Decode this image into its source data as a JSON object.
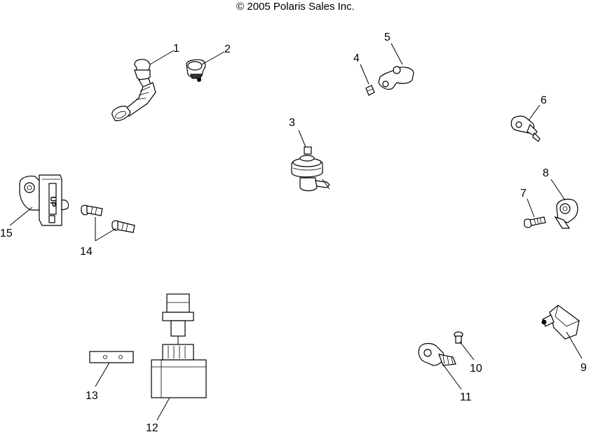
{
  "header": {
    "copyright": "© 2005 Polaris Sales Inc."
  },
  "callouts": {
    "c1": "1",
    "c2": "2",
    "c3": "3",
    "c4": "4",
    "c5": "5",
    "c6": "6",
    "c7": "7",
    "c8": "8",
    "c9": "9",
    "c10": "10",
    "c11": "11",
    "c12": "12",
    "c13": "13",
    "c14": "14",
    "c15": "15"
  },
  "part_markings": {
    "up_label": "UP"
  }
}
